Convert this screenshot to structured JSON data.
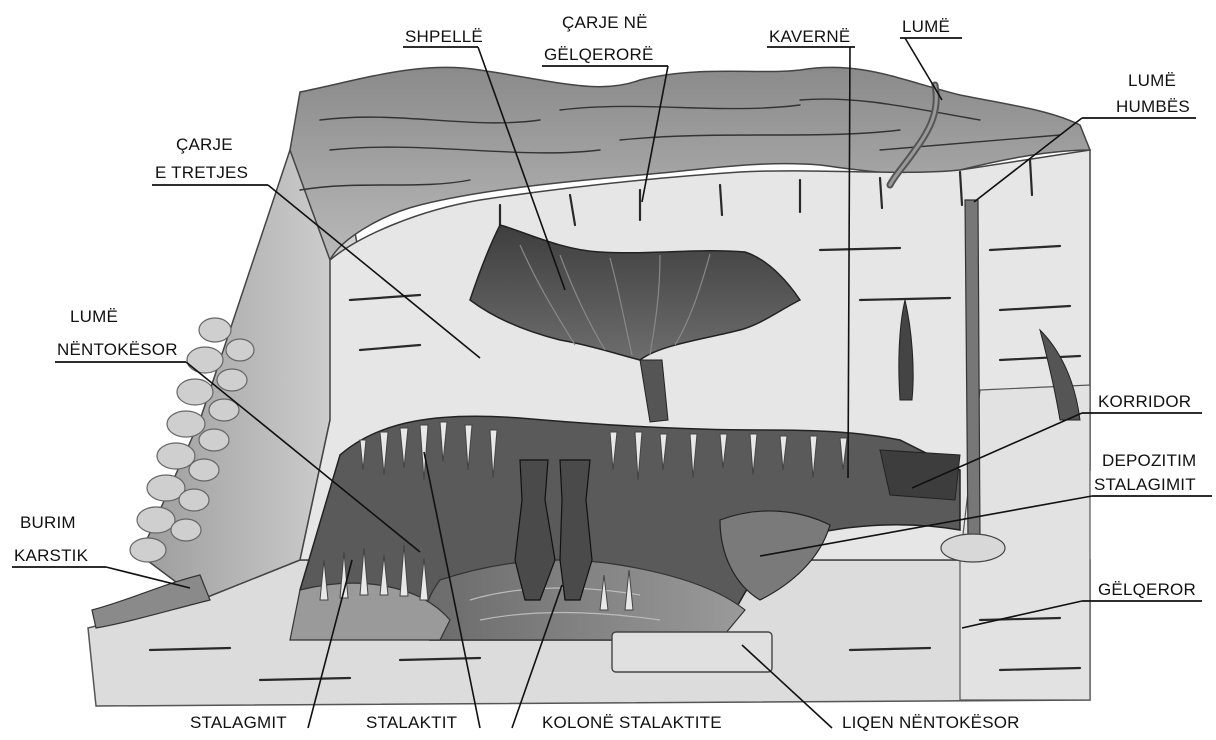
{
  "labels": {
    "shpelle": "SHPELLË",
    "carje_ne_1": "ÇARJE NË",
    "carje_ne_2": "GËLQERORË",
    "kaverne": "KAVERNË",
    "lume": "LUMË",
    "lume_humbes_1": "LUMË",
    "lume_humbes_2": "HUMBËS",
    "carje_tretjes_1": "ÇARJE",
    "carje_tretjes_2": "E TRETJES",
    "lume_nentokesor_1": "LUMË",
    "lume_nentokesor_2": "NËNTOKËSOR",
    "korridor": "KORRIDOR",
    "depozitim_1": "DEPOZITIM",
    "depozitim_2": "STALAGIMIT",
    "burim_1": "BURIM",
    "burim_2": "KARSTIK",
    "gelqeror": "GËLQEROR",
    "stalagmit": "STALAGMIT",
    "stalaktit": "STALAKTIT",
    "kolone": "KOLONË STALAKTITE",
    "liqen": "LIQEN NËNTOKËSOR"
  }
}
